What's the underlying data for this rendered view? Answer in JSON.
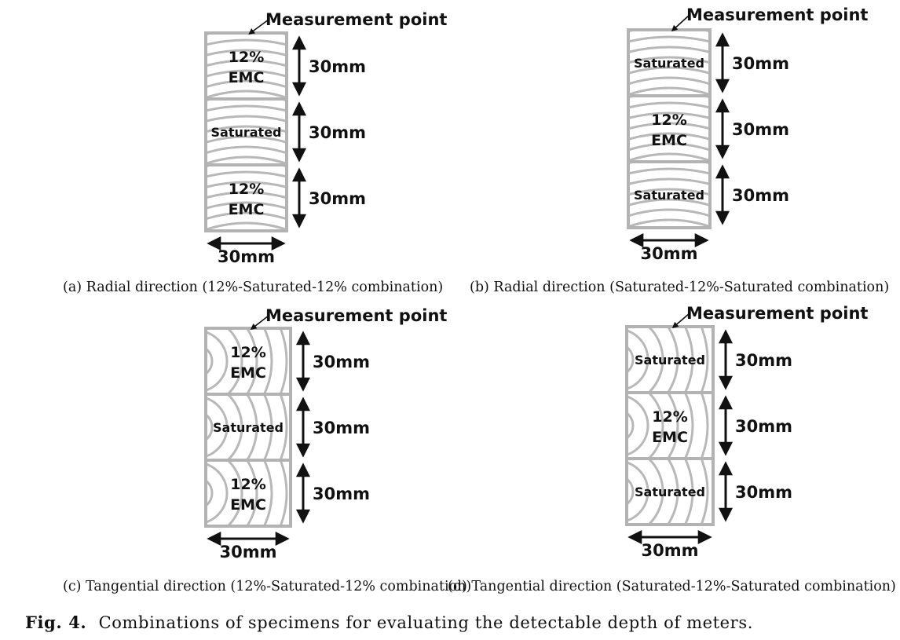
{
  "panels": [
    {
      "id": "a",
      "orientation": "radial",
      "measurement_label": "Measurement point",
      "blocks": [
        {
          "lines": [
            "12%",
            "EMC"
          ]
        },
        {
          "lines": [
            "Saturated"
          ]
        },
        {
          "lines": [
            "12%",
            "EMC"
          ]
        }
      ],
      "height_labels": [
        "30mm",
        "30mm",
        "30mm"
      ],
      "width_label": "30mm",
      "caption": "(a) Radial direction (12%-Saturated-12% combination)"
    },
    {
      "id": "b",
      "orientation": "radial",
      "measurement_label": "Measurement point",
      "blocks": [
        {
          "lines": [
            "Saturated"
          ]
        },
        {
          "lines": [
            "12%",
            "EMC"
          ]
        },
        {
          "lines": [
            "Saturated"
          ]
        }
      ],
      "height_labels": [
        "30mm",
        "30mm",
        "30mm"
      ],
      "width_label": "30mm",
      "caption": "(b) Radial direction (Saturated-12%-Saturated combination)"
    },
    {
      "id": "c",
      "orientation": "tangential",
      "measurement_label": "Measurement point",
      "blocks": [
        {
          "lines": [
            "12%",
            "EMC"
          ]
        },
        {
          "lines": [
            "Saturated"
          ]
        },
        {
          "lines": [
            "12%",
            "EMC"
          ]
        }
      ],
      "height_labels": [
        "30mm",
        "30mm",
        "30mm"
      ],
      "width_label": "30mm",
      "caption": "(c) Tangential direction (12%-Saturated-12% combination)"
    },
    {
      "id": "d",
      "orientation": "tangential",
      "measurement_label": "Measurement point",
      "blocks": [
        {
          "lines": [
            "Saturated"
          ]
        },
        {
          "lines": [
            "12%",
            "EMC"
          ]
        },
        {
          "lines": [
            "Saturated"
          ]
        }
      ],
      "height_labels": [
        "30mm",
        "30mm",
        "30mm"
      ],
      "width_label": "30mm",
      "caption": "(d) Tangential direction (Saturated-12%-Saturated combination)"
    }
  ],
  "figure_caption": {
    "label": "Fig. 4.",
    "text": "Combinations of specimens for evaluating the detectable depth of meters."
  }
}
